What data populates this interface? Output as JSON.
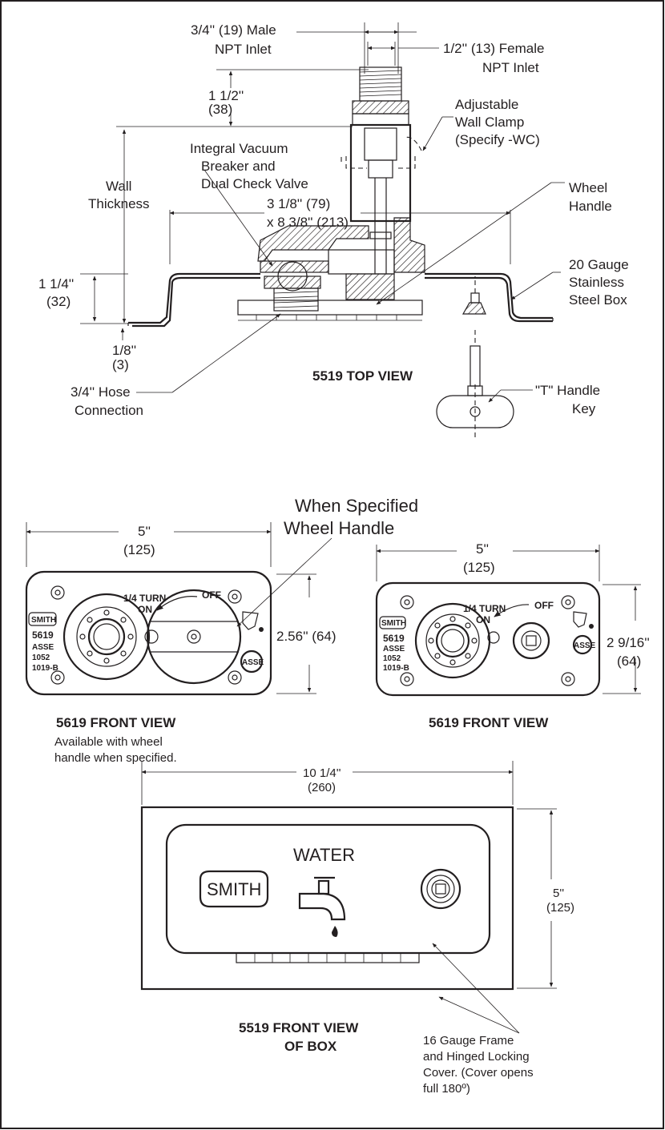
{
  "top_view": {
    "title": "5519 TOP VIEW",
    "labels": {
      "male_inlet_1": "3/4'' (19) Male",
      "male_inlet_2": "NPT Inlet",
      "female_inlet_1": "1/2'' (13) Female",
      "female_inlet_2": "NPT Inlet",
      "dim_1_half": "1 1/2''",
      "dim_38": "(38)",
      "wall_clamp_1": "Adjustable",
      "wall_clamp_2": "Wall Clamp",
      "wall_clamp_3": "(Specify -WC)",
      "vacuum_1": "Integral Vacuum",
      "vacuum_2": "Breaker and",
      "vacuum_3": "Dual Check Valve",
      "wall_1": "Wall",
      "wall_2": "Thickness",
      "width_1": "3 1/8'' (79)",
      "width_2": "x 8 3/8'' (213)",
      "wheel_1": "Wheel",
      "wheel_2": "Handle",
      "box_1": "20 Gauge",
      "box_2": "Stainless",
      "box_3": "Steel Box",
      "dim_1_quarter": "1 1/4''",
      "dim_32": "(32)",
      "dim_1_8": "1/8''",
      "dim_3": "(3)",
      "hose_1": "3/4'' Hose",
      "hose_2": "Connection",
      "key_1": "\"T\" Handle",
      "key_2": "Key"
    }
  },
  "front_view_wheel": {
    "title": "5619 FRONT VIEW",
    "note_1": "Available with wheel",
    "note_2": "handle when specified.",
    "callout_1": "When Specified",
    "callout_2": "Wheel Handle",
    "width_1": "5''",
    "width_2": "(125)",
    "height": "2.56'' (64)",
    "turn": "1/4 TURN",
    "on": "ON",
    "off": "OFF",
    "brand": "SMITH",
    "plate_1": "5619",
    "plate_2": "ASSE",
    "plate_3": "1052",
    "plate_4": "1019-B",
    "asse": "ASSE"
  },
  "front_view_key": {
    "title": "5619 FRONT VIEW",
    "width_1": "5''",
    "width_2": "(125)",
    "height_1": "2 9/16''",
    "height_2": "(64)",
    "turn": "1/4 TURN",
    "on": "ON",
    "off": "OFF",
    "brand": "SMITH",
    "plate_1": "5619",
    "plate_2": "ASSE",
    "plate_3": "1052",
    "plate_4": "1019-B",
    "asse": "ASSE"
  },
  "box_view": {
    "title_1": "5519 FRONT VIEW",
    "title_2": "OF BOX",
    "width_1": "10 1/4''",
    "width_2": "(260)",
    "height_1": "5''",
    "height_2": "(125)",
    "water": "WATER",
    "brand": "SMITH",
    "note_1": "16 Gauge Frame",
    "note_2": "and Hinged Locking",
    "note_3": "Cover. (Cover opens",
    "note_4": "full 180º)"
  },
  "icons": [
    "faucet-icon",
    "brand-logo-icon",
    "asse-seal-icon",
    "ipc-shield-icon"
  ],
  "colors": {
    "ink": "#231f20",
    "paper": "#ffffff"
  }
}
